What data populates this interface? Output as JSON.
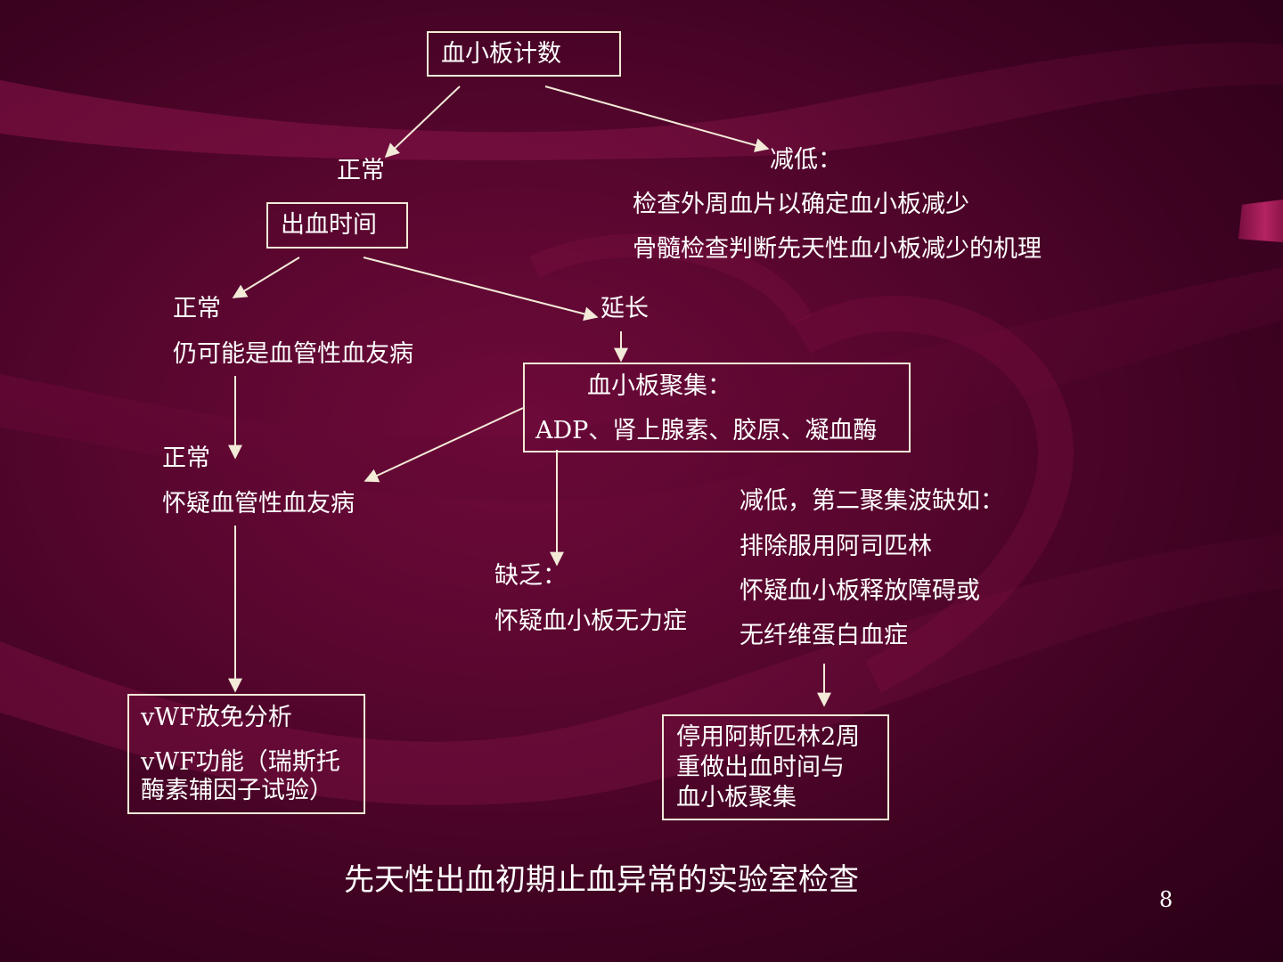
{
  "nodes": {
    "platelet_count": "血小板计数",
    "normal_1": "正常",
    "reduced_1": "减低：",
    "reduced_1_line1": "检查外周血片以确定血小板减少",
    "reduced_1_line2": "骨髓检查判断先天性血小板减少的机理",
    "bleeding_time": "出血时间",
    "normal_2": "正常",
    "normal_2_line": "仍可能是血管性血友病",
    "prolonged": "延长",
    "aggregation_title": "血小板聚集：",
    "aggregation_agents": "ADP、肾上腺素、胶原、凝血酶",
    "normal_3": "正常",
    "normal_3_line": "怀疑血管性血友病",
    "reduced_2": "减低，第二聚集波缺如：",
    "reduced_2_line1": "排除服用阿司匹林",
    "reduced_2_line2": "怀疑血小板释放障碍或",
    "reduced_2_line3": "无纤维蛋白血症",
    "absent": "缺乏：",
    "absent_line": "怀疑血小板无力症",
    "vwf_line1": "vWF放免分析",
    "vwf_line2": "vWF功能（瑞斯托",
    "vwf_line3": "酶素辅因子试验）",
    "stop_line1": "停用阿斯匹林2周",
    "stop_line2": "重做出血时间与",
    "stop_line3": "血小板聚集"
  },
  "footer": {
    "title": "先天性出血初期止血异常的实验室检查",
    "page_number": "8"
  },
  "colors": {
    "background": "#58062e",
    "text": "#ffffff",
    "box_border": "#f3ead8",
    "arrow": "#f3ead8"
  }
}
